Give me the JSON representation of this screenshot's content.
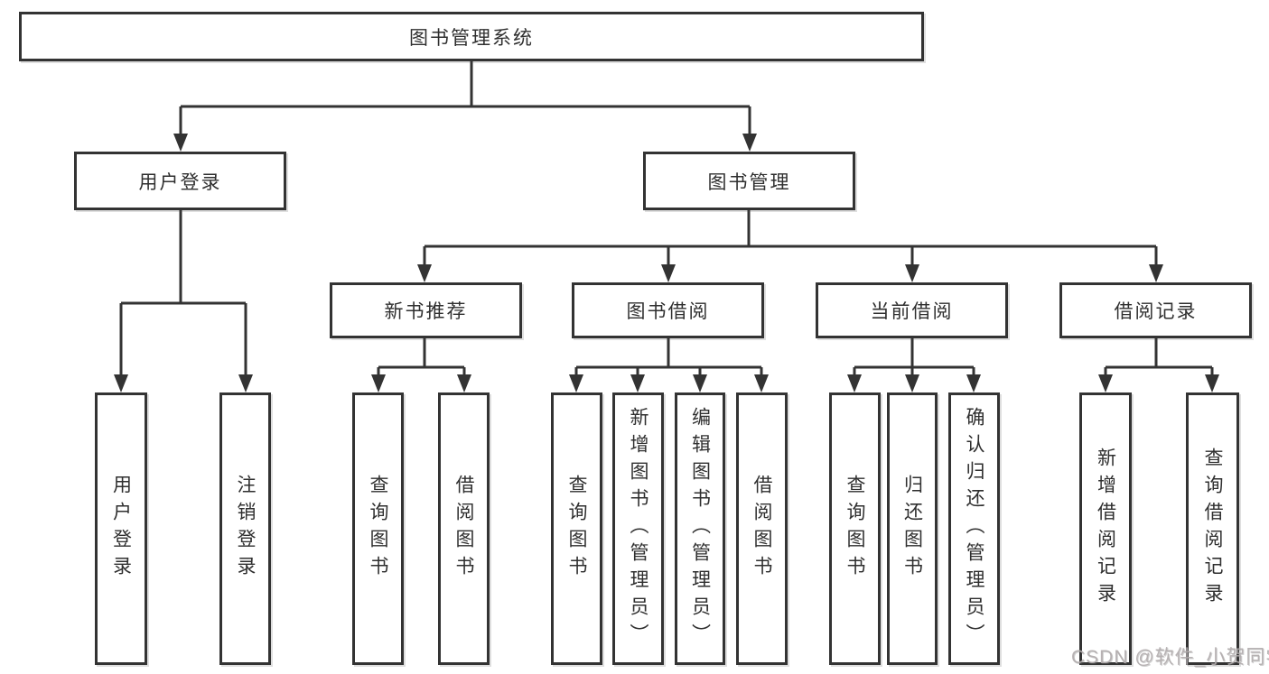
{
  "root": {
    "label": "图书管理系统"
  },
  "level2": [
    {
      "label": "用户登录"
    },
    {
      "label": "图书管理"
    }
  ],
  "level3": [
    {
      "label": "新书推荐"
    },
    {
      "label": "图书借阅"
    },
    {
      "label": "当前借阅"
    },
    {
      "label": "借阅记录"
    }
  ],
  "level4": [
    {
      "label": "用户登录"
    },
    {
      "label": "注销登录"
    },
    {
      "label": "查询图书"
    },
    {
      "label": "借阅图书"
    },
    {
      "label": "查询图书"
    },
    {
      "label": "新增图书（管理员）"
    },
    {
      "label": "编辑图书（管理员）"
    },
    {
      "label": "借阅图书"
    },
    {
      "label": "查询图书"
    },
    {
      "label": "归还图书"
    },
    {
      "label": "确认归还（管理员）"
    },
    {
      "label": "新增借阅记录"
    },
    {
      "label": "查询借阅记录"
    }
  ],
  "watermark": {
    "text": "CSDN @软件_小贺同学"
  },
  "colors": {
    "line": "#333333",
    "box_border": "#333333",
    "text": "#2f2f2f",
    "background": "#ffffff",
    "watermark": "#b2acae"
  }
}
